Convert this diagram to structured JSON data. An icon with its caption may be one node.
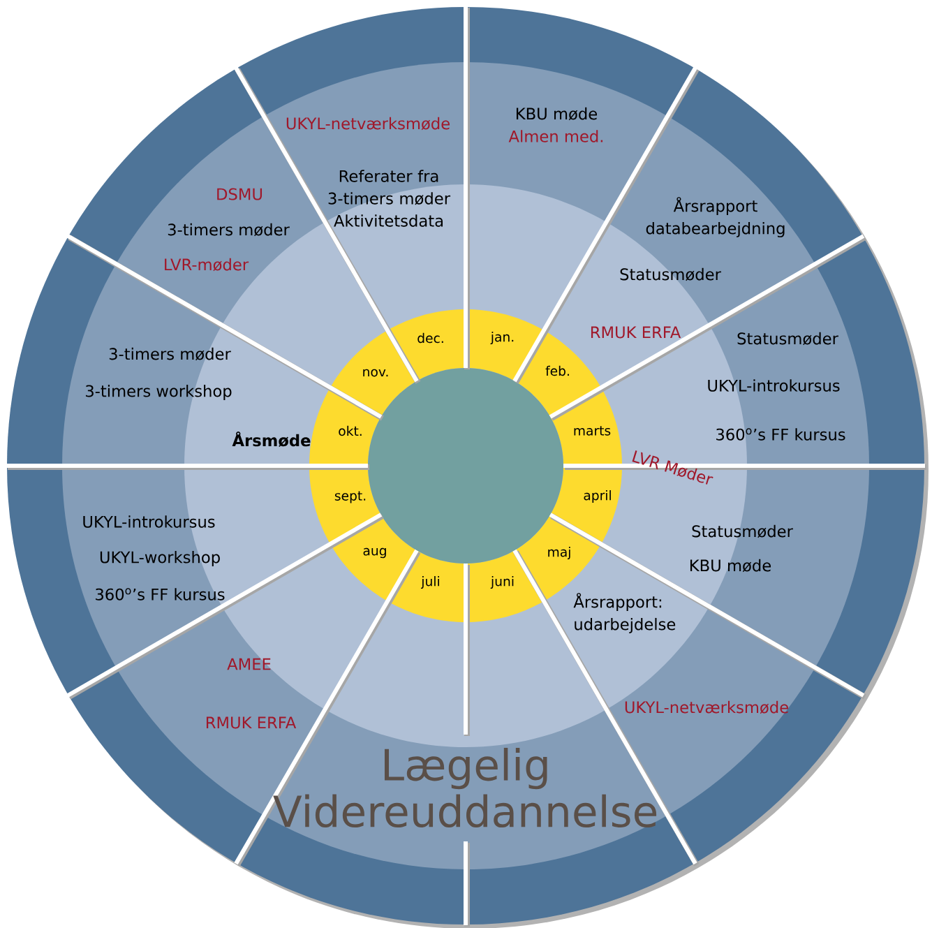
{
  "diagram": {
    "title": "Lægelig Videreuddannelse",
    "nodes": [
      {
        "text": [
          "jan."
        ]
      },
      {
        "text": [
          "feb."
        ]
      },
      {
        "text": [
          "marts"
        ]
      },
      {
        "text": [
          "april"
        ]
      },
      {
        "text": [
          "maj"
        ]
      },
      {
        "text": [
          "juni"
        ]
      },
      {
        "text": [
          "juli"
        ]
      },
      {
        "text": [
          "aug"
        ]
      },
      {
        "text": [
          "sept."
        ]
      },
      {
        "text": [
          "okt."
        ]
      },
      {
        "text": [
          "nov."
        ]
      },
      {
        "text": [
          "dec."
        ]
      },
      {
        "text": [],
        "shape": "circle"
      }
    ],
    "labels": [
      "UKYL-netværksmøde",
      "KBU møde",
      "Almen med.",
      "Referater fra 3-timers møder Aktivitetsdata",
      "DSMU",
      "Årsrapport databearbejdning",
      "3-timers møder",
      "LVR-møder",
      "Statusmøder",
      "RMUK ERFA",
      "Statusmøder",
      "3-timers møder",
      "UKYL-introkursus",
      "3-timers workshop",
      "360$^{o}$’s FF kursus",
      "Årsmøde",
      "LVR Møder",
      "UKYL-introkursus",
      "Statusmøder",
      "UKYL-workshop",
      "KBU møde",
      "360$^{o}$’s FF kursus",
      "Årsrapport: udarbejdelse",
      "AMEE",
      "UKYL-netværksmøde",
      "RMUK ERFA"
    ]
  }
}
